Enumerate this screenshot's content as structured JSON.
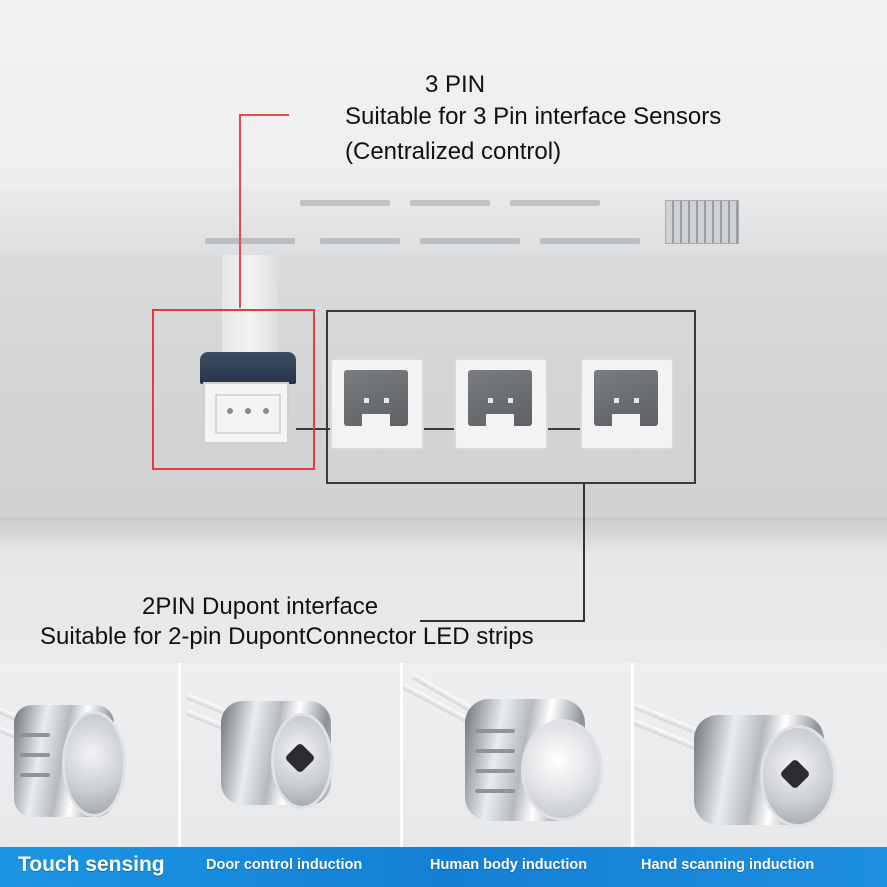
{
  "annotations": {
    "pin3": {
      "title": "3 PIN",
      "line1": "Suitable for 3 Pin interface Sensors",
      "line2": "(Centralized control)",
      "color": "#e23b3b"
    },
    "pin2": {
      "title": "2PIN Dupont interface",
      "line1": "Suitable for 2-pin DupontConnector LED strips",
      "color": "#3a3a3a"
    }
  },
  "sensors": [
    {
      "label": "Touch sensing",
      "icon": "touch-sensor-icon"
    },
    {
      "label": "Door control induction",
      "icon": "door-sensor-icon"
    },
    {
      "label": "Human body induction",
      "icon": "pir-sensor-icon"
    },
    {
      "label": "Hand scanning induction",
      "icon": "hand-scan-sensor-icon"
    }
  ],
  "colors": {
    "label_bar": "#1480d4",
    "label_text": "#ffffff",
    "background": "#eceef0"
  }
}
